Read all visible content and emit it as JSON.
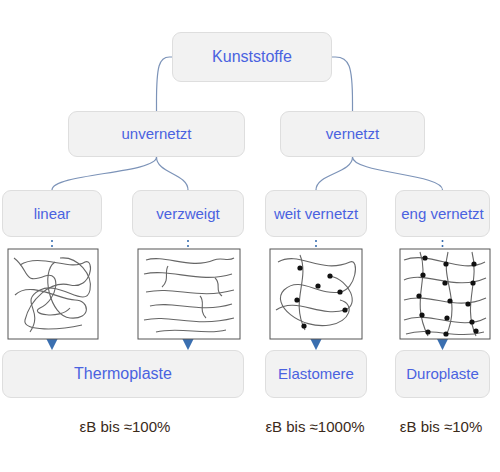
{
  "diagram": {
    "nodes": [
      {
        "text": [
          "Kunststoffe"
        ]
      },
      {
        "text": [
          "unvernetzt"
        ]
      },
      {
        "text": [
          "vernetzt"
        ]
      },
      {
        "text": [
          "linear"
        ]
      },
      {
        "text": [
          "verzweigt"
        ]
      },
      {
        "text": [
          "weit vernetzt"
        ]
      },
      {
        "text": [
          "eng vernetzt"
        ]
      },
      {
        "text": [
          "Thermoplaste"
        ]
      },
      {
        "text": [
          "Elastomere"
        ]
      },
      {
        "text": [
          "Duroplaste"
        ]
      }
    ],
    "edges": [
      {
        "from": 0,
        "to": 1,
        "arrow": "none"
      },
      {
        "from": 0,
        "to": 2,
        "arrow": "none"
      },
      {
        "from": 1,
        "to": 3,
        "arrow": "none"
      },
      {
        "from": 1,
        "to": 4,
        "arrow": "none"
      },
      {
        "from": 2,
        "to": 5,
        "arrow": "none"
      },
      {
        "from": 2,
        "to": 6,
        "arrow": "none"
      },
      {
        "from": 3,
        "to": 7,
        "arrow": "to"
      },
      {
        "from": 4,
        "to": 7,
        "arrow": "to"
      },
      {
        "from": 5,
        "to": 8,
        "arrow": "to"
      },
      {
        "from": 6,
        "to": 9,
        "arrow": "to"
      }
    ],
    "labels": [
      "εB bis ≈100%",
      "εB bis ≈1000%",
      "εB bis ≈10%"
    ]
  }
}
